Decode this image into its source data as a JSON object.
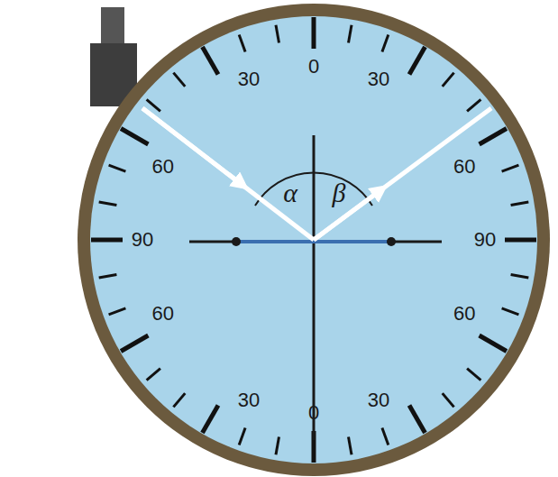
{
  "diagram": {
    "labels": [
      "0",
      "30",
      "30",
      "60",
      "60",
      "90",
      "90",
      "60",
      "60",
      "30",
      "30",
      "0",
      "α",
      "β"
    ]
  }
}
